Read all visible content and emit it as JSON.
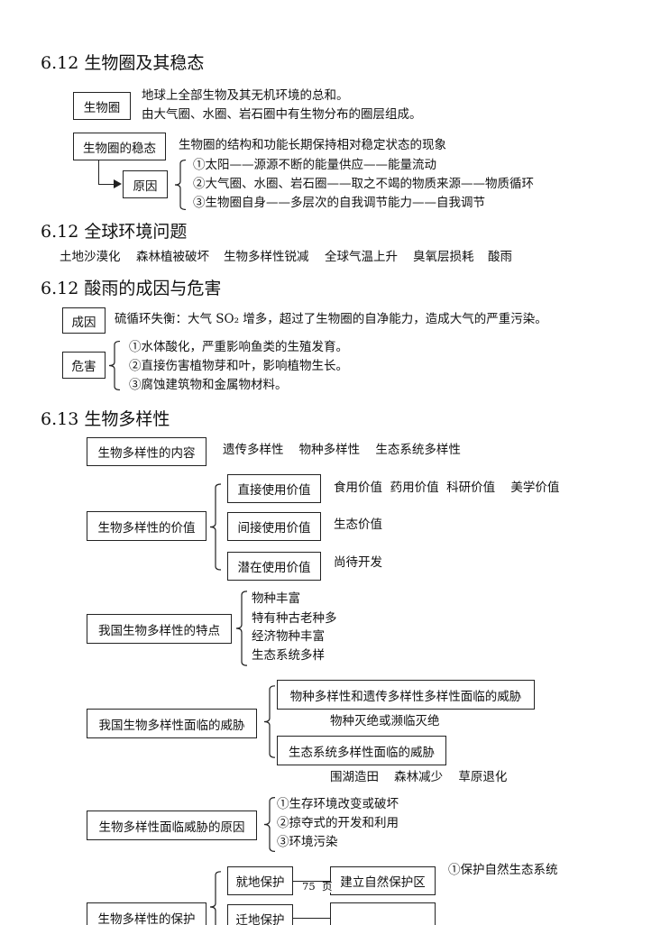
{
  "s1": {
    "title": "6.12 生物圈及其稳态",
    "biosphere_box": "生物圈",
    "biosphere_def": [
      "地球上全部生物及其无机环境的总和。",
      "由大气圈、水圈、岩石圈中有生物分布的圈层组成。"
    ],
    "homeostasis_box": "生物圈的稳态",
    "homeostasis_def": "生物圈的结构和功能长期保持相对稳定状态的现象",
    "cause_box": "原因",
    "causes": [
      "①太阳——源源不断的能量供应——能量流动",
      "②大气圈、水圈、岩石圈——取之不竭的物质来源——物质循环",
      "③生物圈自身——多层次的自我调节能力——自我调节"
    ]
  },
  "s2": {
    "title": "6.12 全球环境问题",
    "issues": [
      "土地沙漠化",
      "森林植被破坏",
      "生物多样性锐减",
      "全球气温上升",
      "臭氧层损耗",
      "酸雨"
    ]
  },
  "s3": {
    "title": "6.12 酸雨的成因与危害",
    "cause_box": "成因",
    "cause_text": "硫循环失衡：大气 SO₂ 增多，超过了生物圈的自净能力，造成大气的严重污染。",
    "harm_box": "危害",
    "harms": [
      "①水体酸化，严重影响鱼类的生殖发育。",
      "②直接伤害植物芽和叶，影响植物生长。",
      "③腐蚀建筑物和金属物材料。"
    ]
  },
  "s4": {
    "title": "6.13 生物多样性",
    "content_box": "生物多样性的内容",
    "content_text": "遗传多样性    物种多样性    生态系统多样性",
    "value_box": "生物多样性的价值",
    "values": [
      {
        "box": "直接使用价值",
        "text": "食用价值  药用价值  科研价值    美学价值"
      },
      {
        "box": "间接使用价值",
        "text": "生态价值"
      },
      {
        "box": "潜在使用价值",
        "text": "尚待开发"
      }
    ],
    "features_box": "我国生物多样性的特点",
    "features": [
      "物种丰富",
      "特有种古老种多",
      "经济物种丰富",
      "生态系统多样"
    ],
    "threats_box": "我国生物多样性面临的威胁",
    "threat1_box": "物种多样性和遗传多样性多样性面临的威胁",
    "threat1_text": "物种灭绝或濒临灭绝",
    "threat2_box": "生态系统多样性面临的威胁",
    "threat2_text": "围湖造田    森林减少    草原退化",
    "reasons_box": "生物多样性面临威胁的原因",
    "reasons": [
      "①生存环境改变或破坏",
      "②掠夺式的开发和利用",
      "③环境污染"
    ],
    "protect_box": "生物多样性的保护",
    "insitu_box": "就地保护",
    "exsitu_box": "迁地保护",
    "reserve_box": "建立自然保护区",
    "reserve_text": "①保护自然生态系统"
  },
  "page_number": "75  页"
}
